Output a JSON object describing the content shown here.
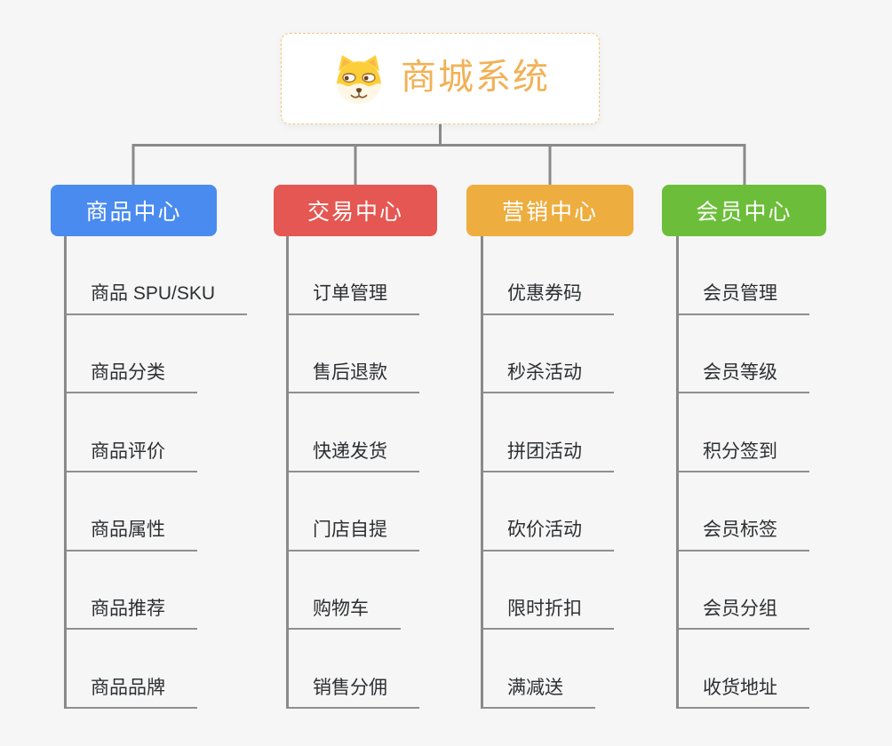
{
  "root": {
    "title": "商城系统",
    "icon": "shiba-dog-icon",
    "title_color": "#f1b156",
    "border_color": "#f4c684"
  },
  "colors": {
    "background": "#f5f6f5",
    "connector_line": "#8a8a8a",
    "leaf_underline": "#8f8f8f",
    "leaf_text": "#2d2f33"
  },
  "branches": [
    {
      "label": "商品中心",
      "color": "#4a8bf0",
      "children": [
        "商品 SPU/SKU",
        "商品分类",
        "商品评价",
        "商品属性",
        "商品推荐",
        "商品品牌"
      ]
    },
    {
      "label": "交易中心",
      "color": "#e55752",
      "children": [
        "订单管理",
        "售后退款",
        "快递发货",
        "门店自提",
        "购物车",
        "销售分佣"
      ]
    },
    {
      "label": "营销中心",
      "color": "#eead3f",
      "children": [
        "优惠券码",
        "秒杀活动",
        "拼团活动",
        "砍价活动",
        "限时折扣",
        "满减送"
      ]
    },
    {
      "label": "会员中心",
      "color": "#6cbe3a",
      "children": [
        "会员管理",
        "会员等级",
        "积分签到",
        "会员标签",
        "会员分组",
        "收货地址"
      ]
    }
  ]
}
